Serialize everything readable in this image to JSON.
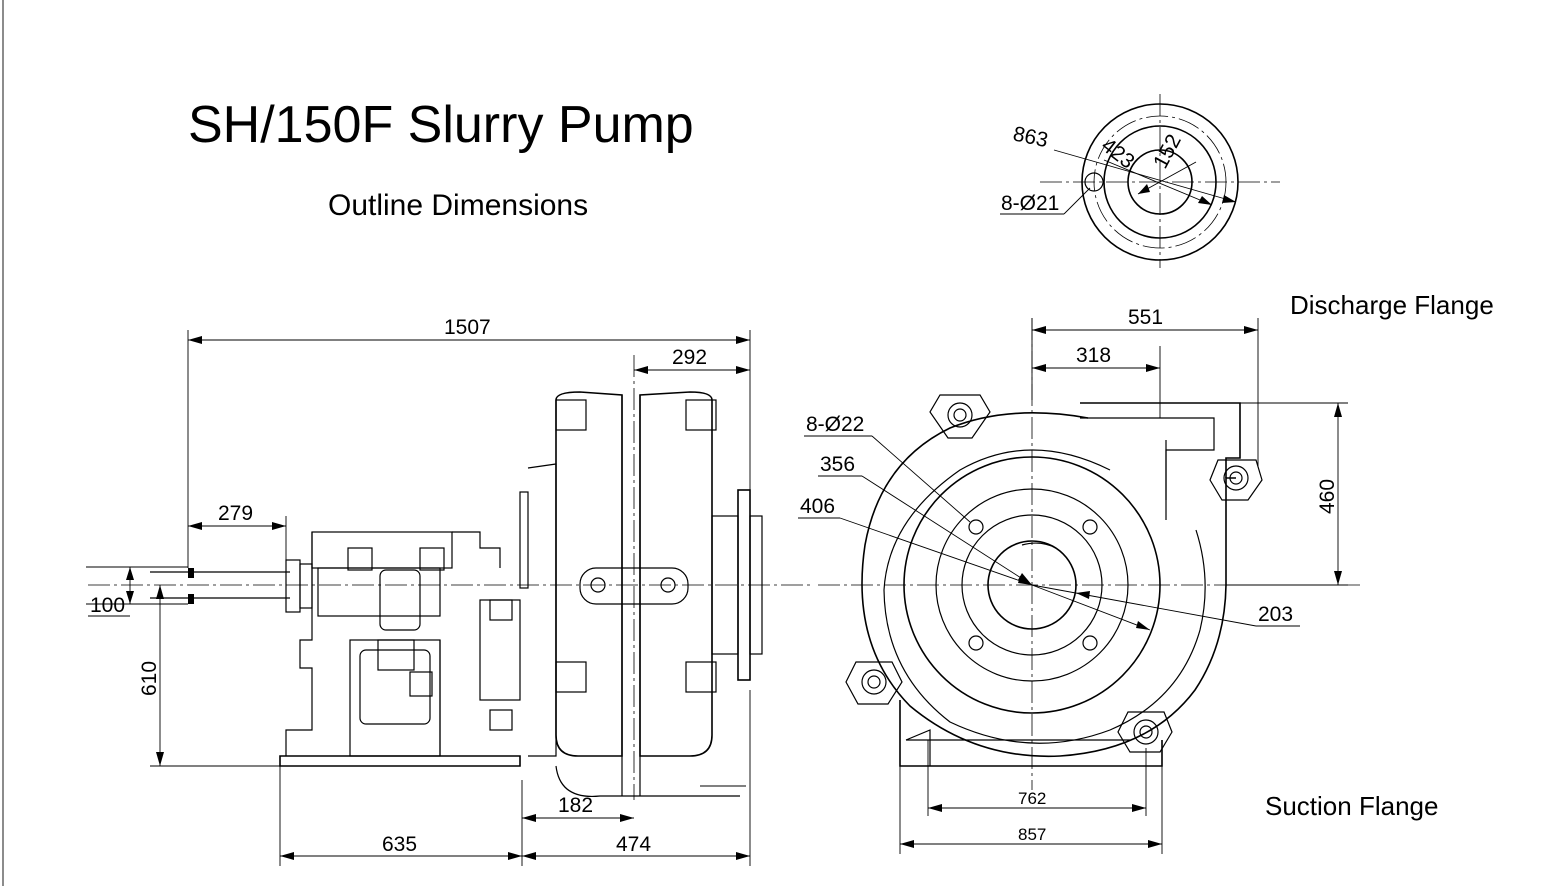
{
  "title": "SH/150F Slurry Pump",
  "subtitle": "Outline Dimensions",
  "flange_labels": {
    "discharge": "Discharge Flange",
    "suction": "Suction Flange"
  },
  "discharge_flange_dims": {
    "d1": "863",
    "d2": "423",
    "d3": "152",
    "holes": "8-Ø21"
  },
  "side_view_dims": {
    "overall_length": "1507",
    "casing_width": "292",
    "shaft_ext": "279",
    "shaft_dia": "100",
    "shaft_height": "610",
    "base_length": "635",
    "casing_length": "474",
    "foot_offset": "182"
  },
  "front_view_dims": {
    "width_total": "551",
    "discharge_offset": "318",
    "holes": "8-Ø22",
    "r356": "356",
    "r406": "406",
    "discharge_height": "460",
    "r203": "203",
    "base_inner": "762",
    "base_outer": "857"
  }
}
